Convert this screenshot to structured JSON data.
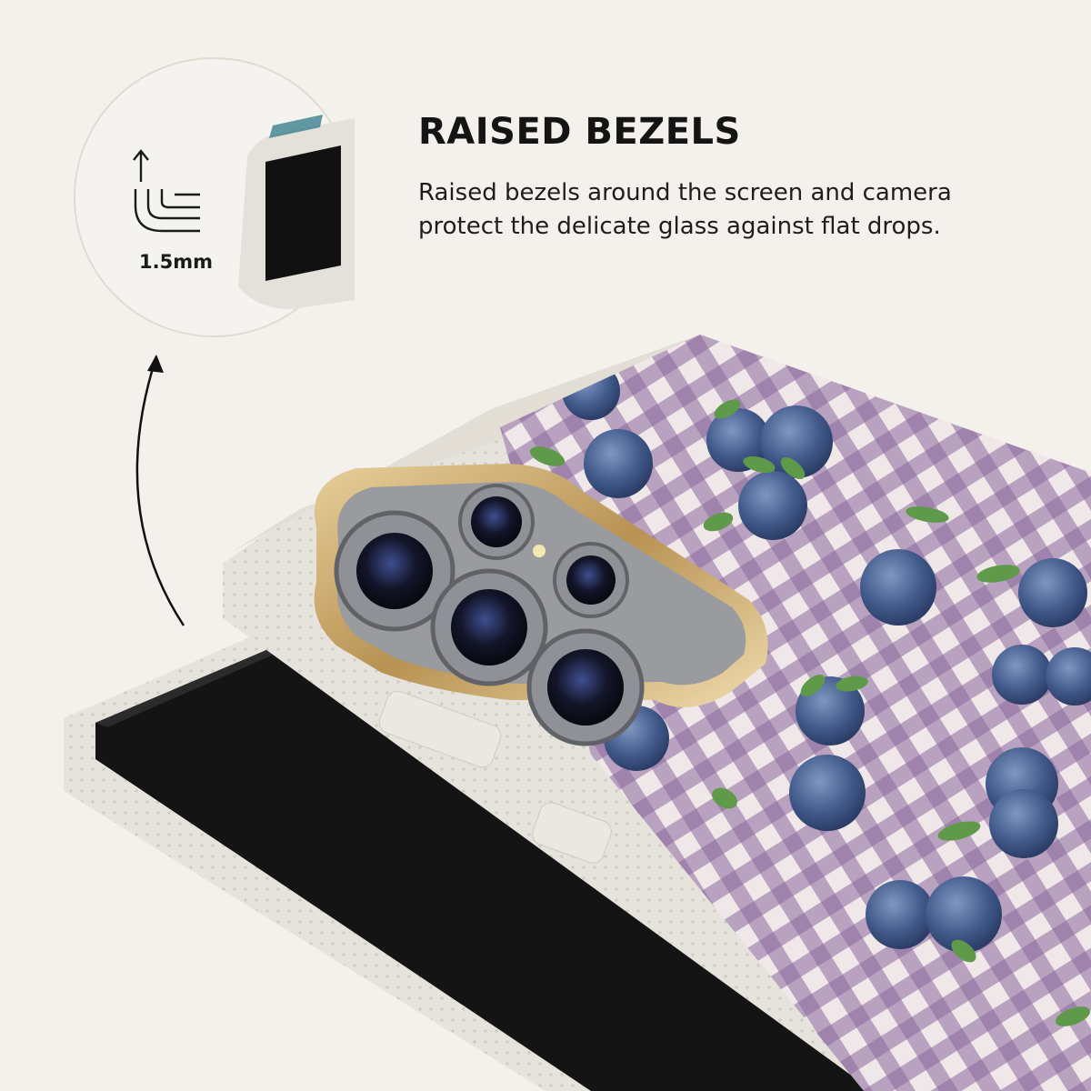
{
  "heading": {
    "title": "RAISED BEZELS"
  },
  "description": {
    "line1": "Raised bezels around the screen and camera",
    "line2": "protect the delicate glass against flat drops."
  },
  "callout": {
    "measurement": "1.5mm",
    "icon": "bezel-height-icon"
  },
  "colors": {
    "background": "#f4f1ec",
    "case": "#e4e1da",
    "gingham": "#7c5c8d",
    "blueberry": "#3f5a87",
    "lens_ring": "#c9a86b"
  }
}
